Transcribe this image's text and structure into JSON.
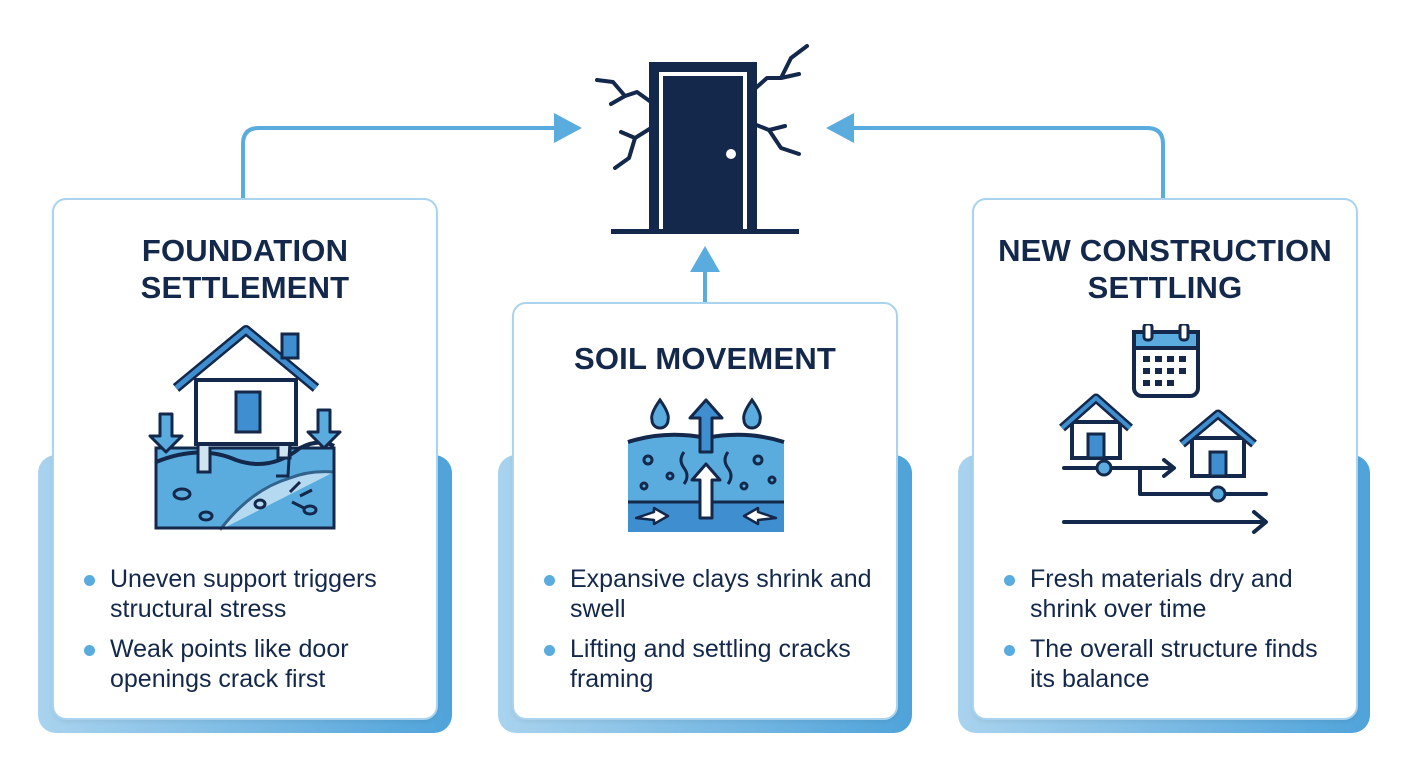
{
  "center": {
    "icon": "cracked-door-icon"
  },
  "cards": [
    {
      "title": "FOUNDATION SETTLEMENT",
      "icon": "house-foundation-settlement-icon",
      "bullets": [
        "Uneven support triggers structural stress",
        "Weak points like door openings crack first"
      ]
    },
    {
      "title": "SOIL MOVEMENT",
      "icon": "soil-movement-icon",
      "bullets": [
        "Expansive clays shrink and swell",
        "Lifting and settling cracks framing"
      ]
    },
    {
      "title": "NEW CONSTRUCTION SETTLING",
      "icon": "calendar-houses-timeline-icon",
      "bullets": [
        "Fresh materials dry and shrink over time",
        "The overall structure finds its balance"
      ]
    }
  ],
  "colors": {
    "navy": "#13284a",
    "accent_blue": "#3f8fd0",
    "light_blue": "#5aacdf",
    "pale_blue": "#a9d3ee",
    "panel_blue": "#4fa3da"
  }
}
